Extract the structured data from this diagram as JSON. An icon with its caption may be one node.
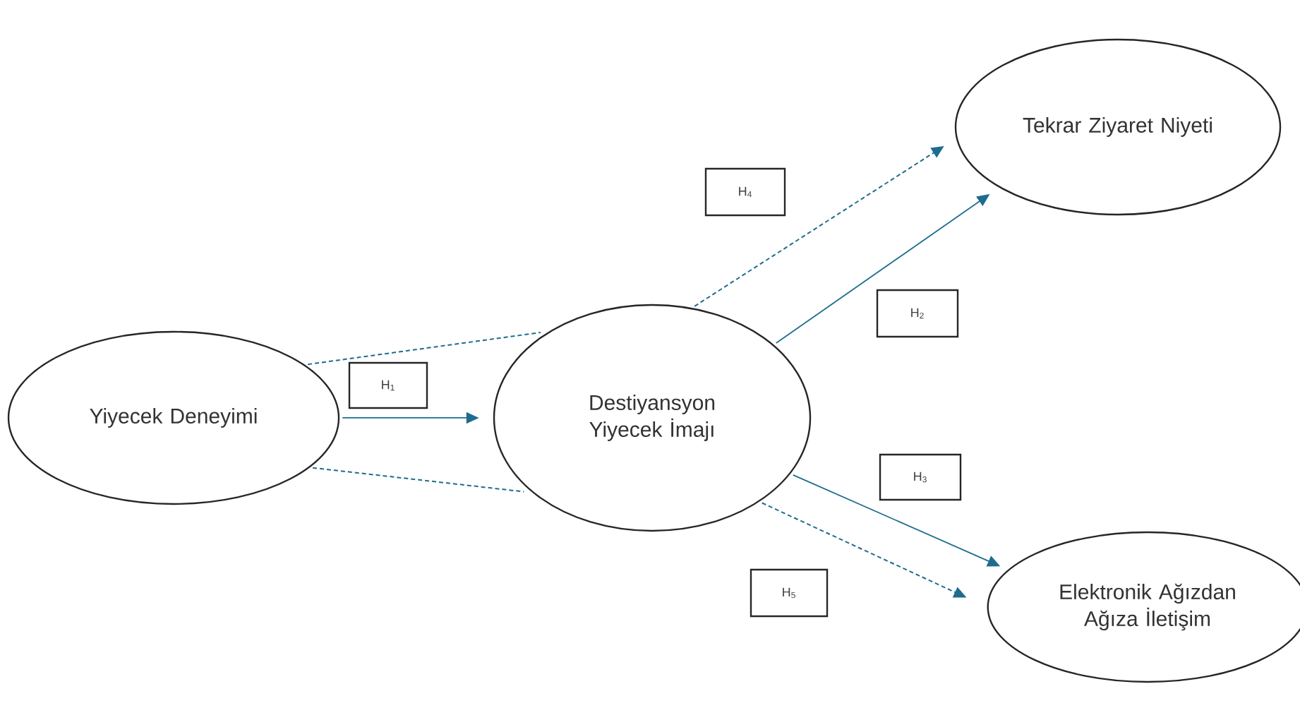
{
  "diagram": {
    "nodes": [
      {
        "text": [
          "Yiyecek Deneyimi"
        ]
      },
      {
        "text": [
          "Destiyansyon Yiyecek İmajı"
        ]
      },
      {
        "text": [
          "Tekrar Ziyaret Niyeti"
        ]
      },
      {
        "text": [
          "Elektronik Ağızdan Ağıza İletişim"
        ]
      },
      {
        "text": [
          "H$_{1}$"
        ]
      },
      {
        "text": [
          "H$_{2}$"
        ]
      },
      {
        "text": [
          "H$_{3}$"
        ]
      },
      {
        "text": [
          "H$_{4}$"
        ]
      },
      {
        "text": [
          "H$_{5}$"
        ]
      }
    ],
    "edges": [
      {
        "from": 0,
        "to": 1,
        "arrow": "to"
      },
      {
        "from": 1,
        "to": 2,
        "arrow": "to"
      },
      {
        "from": 1,
        "to": 3,
        "arrow": "to"
      },
      {
        "from": 0,
        "to": 1,
        "arrow": "none",
        "style": "dashed"
      },
      {
        "from": 0,
        "to": 1,
        "arrow": "none",
        "style": "dashed"
      },
      {
        "from": 1,
        "to": 2,
        "arrow": "to",
        "style": "dashed"
      },
      {
        "from": 1,
        "to": 3,
        "arrow": "to",
        "style": "dashed"
      }
    ]
  }
}
